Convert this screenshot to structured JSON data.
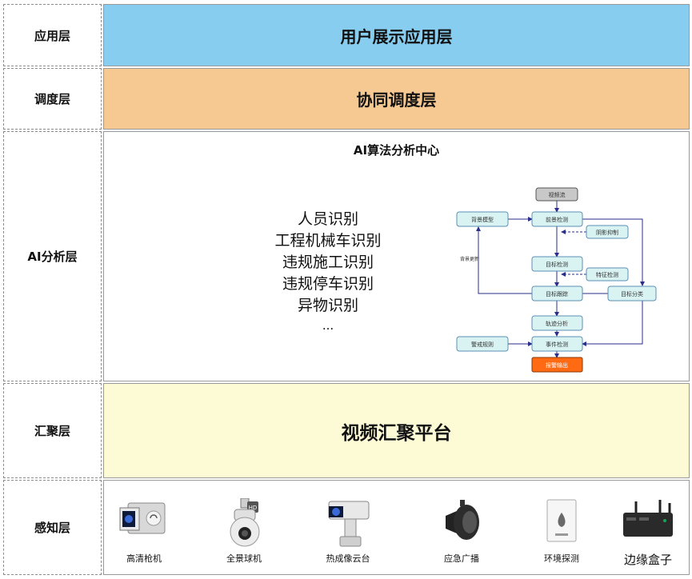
{
  "layers": {
    "app": {
      "label": "应用层",
      "title": "用户展示应用层"
    },
    "dispatch": {
      "label": "调度层",
      "title": "协同调度层"
    },
    "ai": {
      "label": "AI分析层",
      "title": "AI算法分析中心"
    },
    "aggregate": {
      "label": "汇聚层",
      "title": "视频汇聚平台"
    },
    "sense": {
      "label": "感知层"
    }
  },
  "algorithms": [
    "人员识别",
    "工程机械车识别",
    "违规施工识别",
    "违规停车识别",
    "异物识别",
    "..."
  ],
  "flow": {
    "video_stream": "视频流",
    "background_model": "背景模型",
    "foreground_detect": "前景检测",
    "shadow_suppress": "阴影抑制",
    "target_detect": "目标检测",
    "feature_detect": "特征检测",
    "target_track": "目标跟踪",
    "target_classify": "目标分类",
    "trajectory_analysis": "轨迹分析",
    "alert_rules": "警戒规则",
    "event_detect": "事件检测",
    "alarm_output": "报警输出",
    "background_update": "背景更新"
  },
  "devices": [
    "高清枪机",
    "全景球机",
    "热成像云台",
    "应急广播",
    "环境探测",
    "边缘盒子"
  ],
  "colors": {
    "app": "#87cdf0",
    "dispatch": "#f6c892",
    "aggregate": "#fdfbd6",
    "flow_node": "#d9f3f3",
    "flow_border": "#5a8fb6",
    "alarm": "#ff6a13",
    "video_stream": "#c8c8c8"
  }
}
